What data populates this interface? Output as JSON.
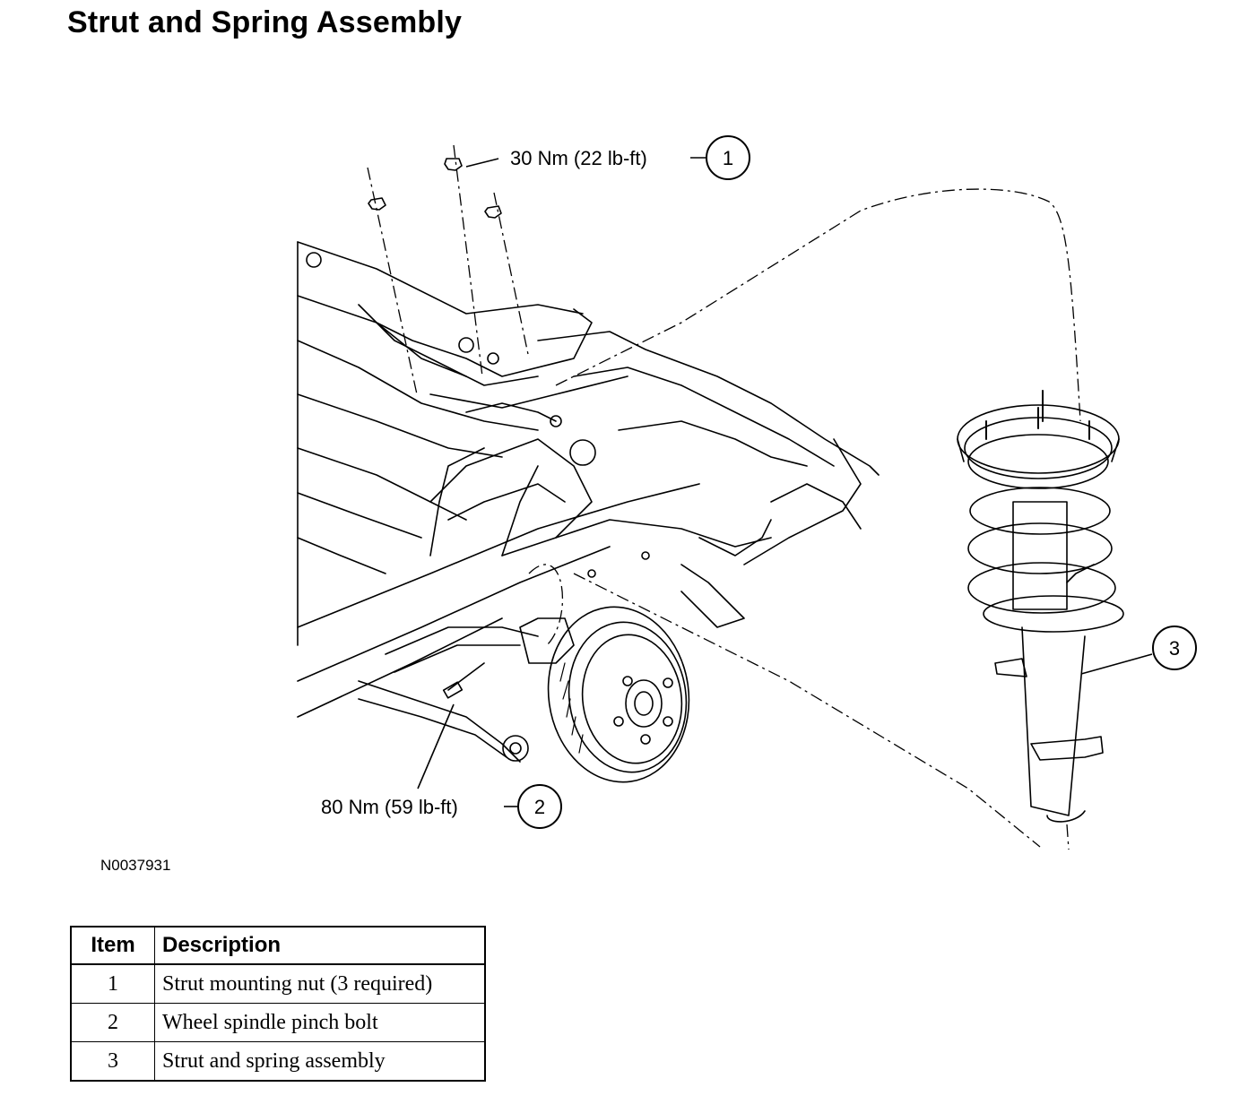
{
  "title": "Strut and Spring Assembly",
  "figure_id": "N0037931",
  "callouts": [
    {
      "number": "1",
      "label": "30 Nm (22 lb-ft)"
    },
    {
      "number": "2",
      "label": "80 Nm (59 lb-ft)"
    },
    {
      "number": "3",
      "label": ""
    }
  ],
  "legend": {
    "headers": {
      "item": "Item",
      "description": "Description"
    },
    "rows": [
      {
        "item": "1",
        "description": "Strut mounting nut (3 required)"
      },
      {
        "item": "2",
        "description": "Wheel spindle pinch bolt"
      },
      {
        "item": "3",
        "description": "Strut and spring assembly"
      }
    ]
  }
}
